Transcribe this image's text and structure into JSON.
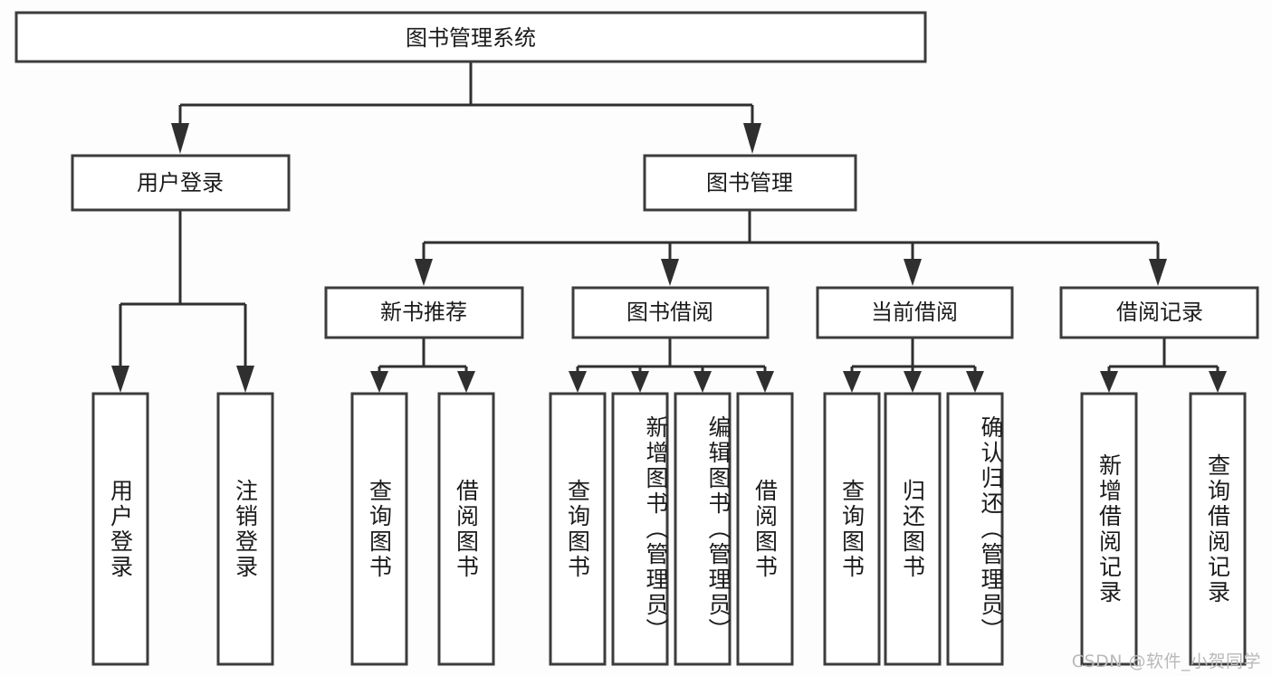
{
  "diagram": {
    "title": "图书管理系统",
    "type": "tree-hierarchy",
    "root": {
      "label": "图书管理系统"
    },
    "level2": [
      {
        "label": "用户登录"
      },
      {
        "label": "图书管理"
      }
    ],
    "level3": [
      {
        "label": "新书推荐"
      },
      {
        "label": "图书借阅"
      },
      {
        "label": "当前借阅"
      },
      {
        "label": "借阅记录"
      }
    ],
    "leaves": {
      "user_login": [
        {
          "label": "用户登录"
        },
        {
          "label": "注销登录"
        }
      ],
      "new_book_recommend": [
        {
          "label": "查询图书"
        },
        {
          "label": "借阅图书"
        }
      ],
      "book_borrow": [
        {
          "label": "查询图书"
        },
        {
          "label": "新增图书（管理员）"
        },
        {
          "label": "编辑图书（管理员）"
        },
        {
          "label": "借阅图书"
        }
      ],
      "current_borrow": [
        {
          "label": "查询图书"
        },
        {
          "label": "归还图书"
        },
        {
          "label": "确认归还（管理员）"
        }
      ],
      "borrow_record": [
        {
          "label": "新增借阅记录"
        },
        {
          "label": "查询借阅记录"
        }
      ]
    }
  },
  "watermark": {
    "text": "CSDN @软件_小贺同学"
  },
  "colors": {
    "box_stroke": "#3c3c3c",
    "box_fill": "#ffffff",
    "connector": "#2f2f2f",
    "text": "#1b1b1b",
    "watermark": "#b9b9b9",
    "page_background": "#fdfdfd"
  }
}
